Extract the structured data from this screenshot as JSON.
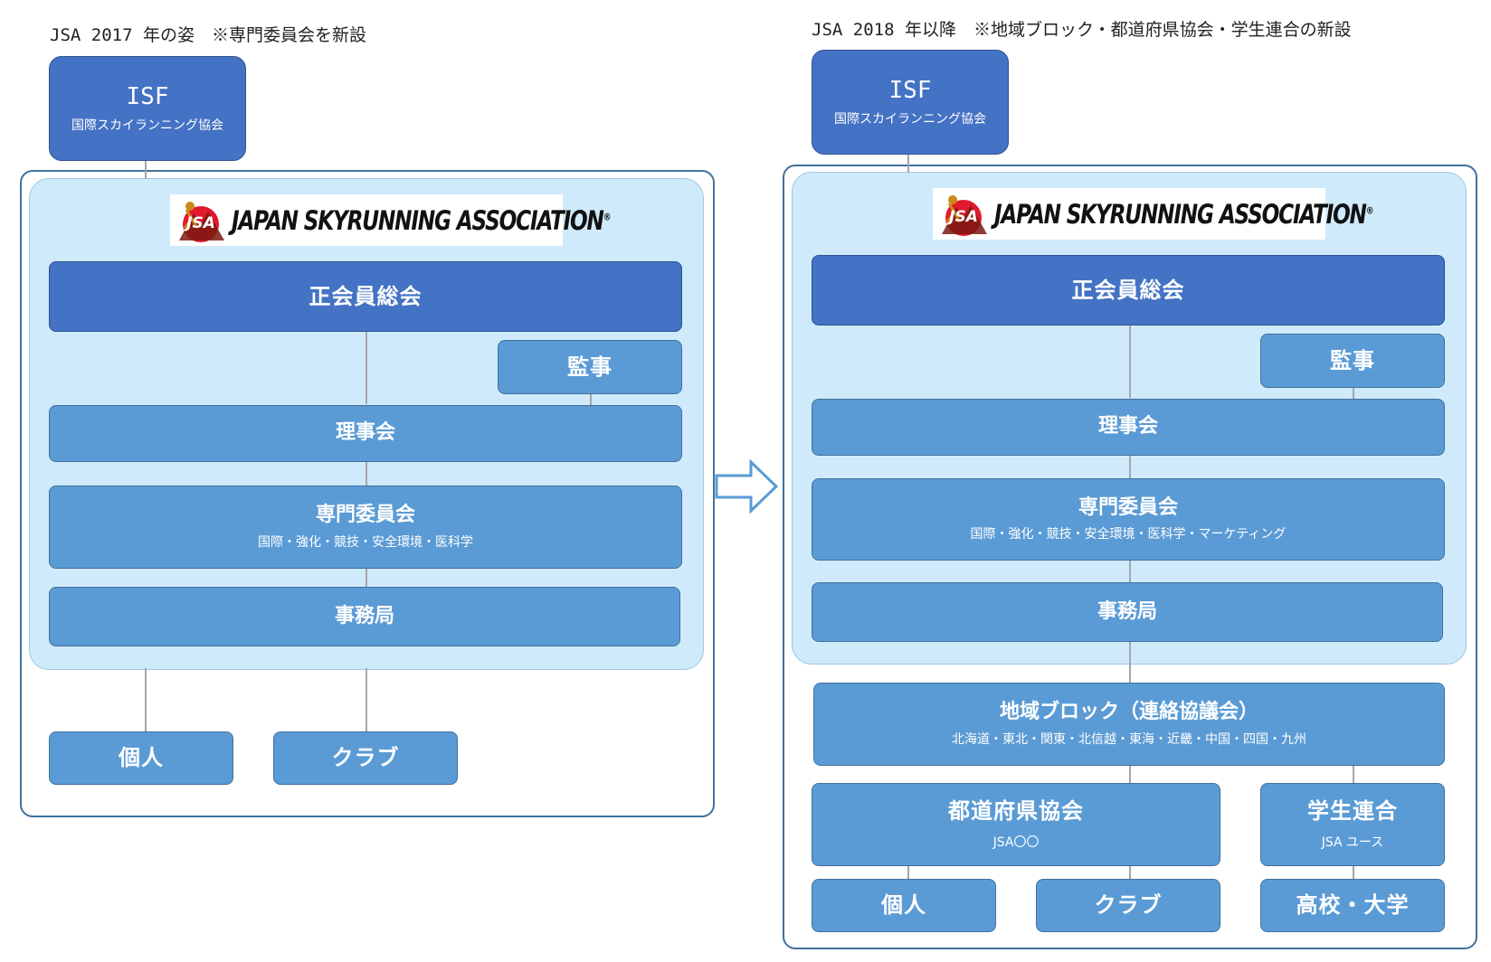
{
  "left": {
    "caption": "JSA 2017 年の姿　※専門委員会を新設",
    "isf": {
      "title": "ISF",
      "subtitle": "国際スカイランニング協会"
    },
    "logo_text": "JAPAN SKYRUNNING ASSOCIATION",
    "logo_mark": "JSA",
    "general_meeting": "正会員総会",
    "auditor": "監事",
    "board": "理事会",
    "committee": {
      "title": "専門委員会",
      "subtitle": "国際・強化・競技・安全環境・医科学"
    },
    "secretariat": "事務局",
    "individual": "個人",
    "club": "クラブ"
  },
  "right": {
    "caption": "JSA 2018 年以降　※地域ブロック・都道府県協会・学生連合の新設",
    "isf": {
      "title": "ISF",
      "subtitle": "国際スカイランニング協会"
    },
    "logo_text": "JAPAN SKYRUNNING ASSOCIATION",
    "logo_mark": "JSA",
    "general_meeting": "正会員総会",
    "auditor": "監事",
    "board": "理事会",
    "committee": {
      "title": "専門委員会",
      "subtitle": "国際・強化・競技・安全環境・医科学・マーケティング"
    },
    "secretariat": "事務局",
    "regional": {
      "title": "地域ブロック（連絡協議会）",
      "subtitle": "北海道・東北・関東・北信越・東海・近畿・中国・四国・九州"
    },
    "prefectural": {
      "title": "都道府県協会",
      "subtitle": "JSA〇〇"
    },
    "student": {
      "title": "学生連合",
      "subtitle": "JSA ユース"
    },
    "individual": "個人",
    "club": "クラブ",
    "school": "高校・大学"
  },
  "colors": {
    "dark_box": "#4472c4",
    "medium_box": "#5b9bd5",
    "inner_panel": "#cfeafb",
    "outer_border": "#41719c",
    "connector": "#a6a6a6",
    "logo_red": "#e0192b"
  }
}
